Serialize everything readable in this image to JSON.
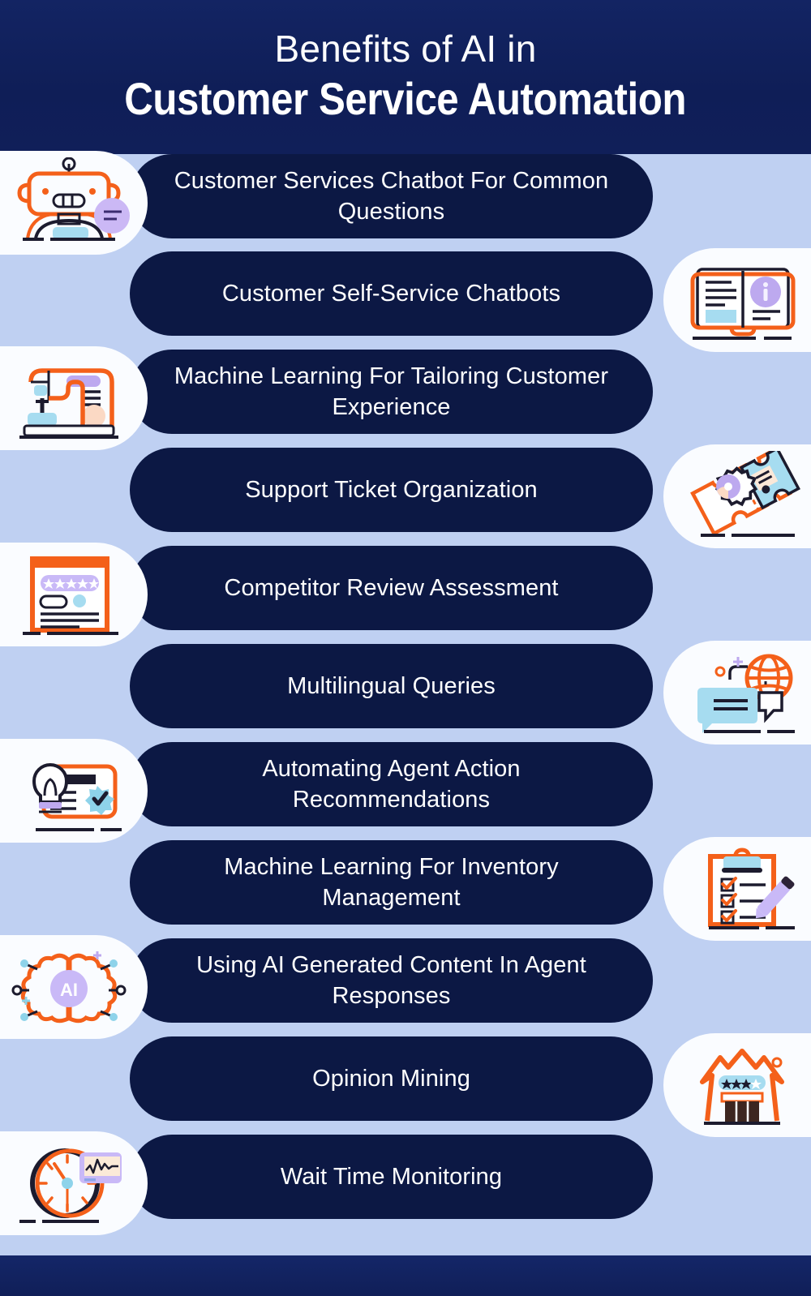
{
  "header": {
    "line1": "Benefits of AI in",
    "line2": "Customer Service Automation",
    "bg_color": "#10205c",
    "text_color": "#ffffff"
  },
  "theme": {
    "page_background": "#bfd0f2",
    "pill_background": "#0c1844",
    "pill_text_color": "#ffffff",
    "pod_background": "#fafcff",
    "accent_orange": "#f4601a",
    "accent_purple": "#bda9ef",
    "accent_lightblue": "#a6dcf0",
    "accent_dark": "#1c1b2e"
  },
  "benefits": [
    {
      "index": 1,
      "label": "Customer Services Chatbot For Common Questions",
      "icon": "robot-icon",
      "icon_side": "left"
    },
    {
      "index": 2,
      "label": "Customer Self-Service Chatbots",
      "icon": "open-book-info-icon",
      "icon_side": "right"
    },
    {
      "index": 3,
      "label": "Machine Learning For Tailoring Customer Experience",
      "icon": "sewing-machine-icon",
      "icon_side": "left"
    },
    {
      "index": 4,
      "label": "Support Ticket Organization",
      "icon": "ticket-gear-icon",
      "icon_side": "right"
    },
    {
      "index": 5,
      "label": "Competitor Review Assessment",
      "icon": "review-card-icon",
      "icon_side": "left"
    },
    {
      "index": 6,
      "label": "Multilingual Queries",
      "icon": "globe-chat-icon",
      "icon_side": "right"
    },
    {
      "index": 7,
      "label": "Automating Agent Action Recommendations",
      "icon": "lightbulb-card-icon",
      "icon_side": "left"
    },
    {
      "index": 8,
      "label": "Machine Learning For Inventory Management",
      "icon": "clipboard-checklist-icon",
      "icon_side": "right"
    },
    {
      "index": 9,
      "label": "Using AI Generated Content In Agent Responses",
      "icon": "ai-brain-icon",
      "icon_side": "left"
    },
    {
      "index": 10,
      "label": "Opinion Mining",
      "icon": "store-rating-icon",
      "icon_side": "right"
    },
    {
      "index": 11,
      "label": "Wait Time Monitoring",
      "icon": "clock-monitor-icon",
      "icon_side": "left"
    }
  ]
}
